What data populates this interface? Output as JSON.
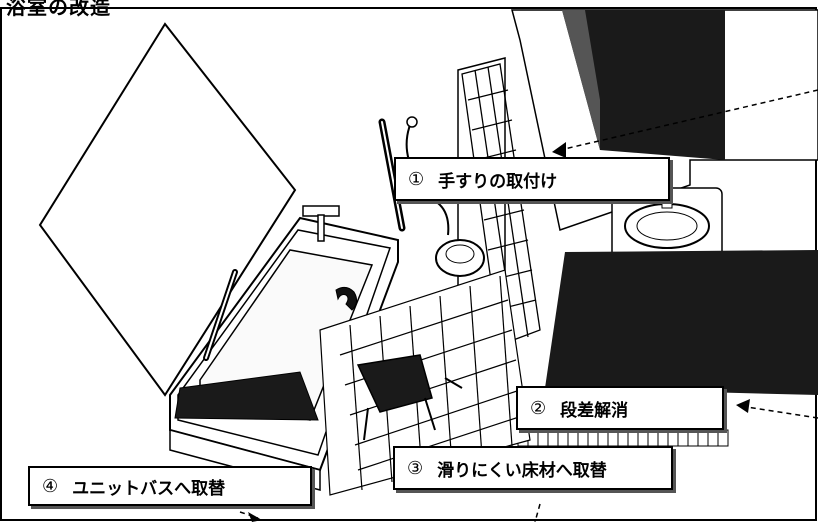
{
  "header": {
    "fragment": "浴室の改造"
  },
  "labels": [
    {
      "num": "①",
      "text": "手すりの取付け"
    },
    {
      "num": "②",
      "text": "段差解消"
    },
    {
      "num": "③",
      "text": "滑りにくい床材へ取替"
    },
    {
      "num": "④",
      "text": "ユニットバスへ取替"
    }
  ],
  "colors": {
    "line": "#000000",
    "dark_fill": "#1a1a1a",
    "tile": "#ffffff"
  }
}
